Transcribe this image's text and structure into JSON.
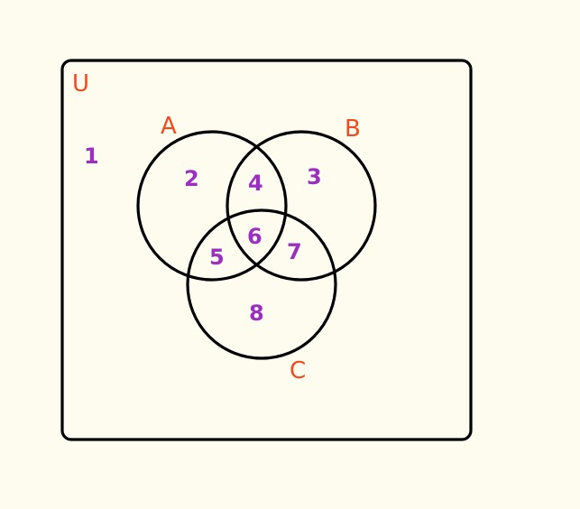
{
  "universe": {
    "label": "U"
  },
  "sets": [
    {
      "id": "A",
      "label": "A"
    },
    {
      "id": "B",
      "label": "B"
    },
    {
      "id": "C",
      "label": "C"
    }
  ],
  "regions": [
    {
      "id": "outside",
      "label": "1"
    },
    {
      "id": "A_only",
      "label": "2"
    },
    {
      "id": "B_only",
      "label": "3"
    },
    {
      "id": "A_and_B_only",
      "label": "4"
    },
    {
      "id": "A_and_C_only",
      "label": "5"
    },
    {
      "id": "A_and_B_and_C",
      "label": "6"
    },
    {
      "id": "B_and_C_only",
      "label": "7"
    },
    {
      "id": "C_only",
      "label": "8"
    }
  ],
  "colors": {
    "set_label": "#f24a1d",
    "region_label": "#9a2fc2",
    "stroke": "#000000",
    "background": "#fdfcef"
  }
}
